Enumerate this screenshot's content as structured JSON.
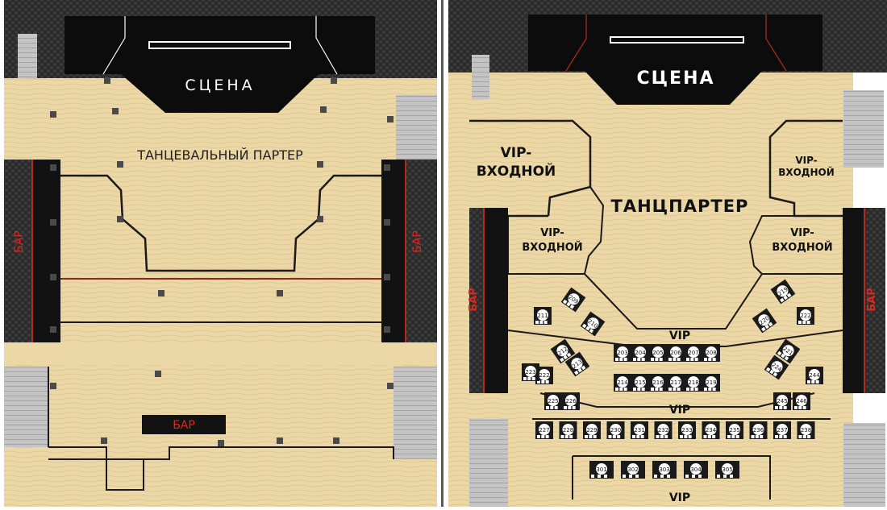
{
  "colors": {
    "floor": "#ecd7a6",
    "floor_grain": "#d9c28e",
    "wall": "#2e2e2e",
    "stage": "#0c0c0c",
    "bar": "#121212",
    "bar_text": "#d42a22",
    "line": "#1a1a1a",
    "stairs": "#b9b9b9",
    "table": "#1a1a1a"
  },
  "left_plan": {
    "stage_label": "СЦЕНА",
    "dance_floor_label": "ТАНЦЕВАЛЬНЫЙ ПАРТЕР",
    "bar_left_label": "БАР",
    "bar_right_label": "БАР",
    "bar_bottom_label": "БАР"
  },
  "right_plan": {
    "stage_label": "СЦЕНА",
    "dance_floor_label": "ТАНЦПАРТЕР",
    "vip_entrance_top_left": [
      "VIP-",
      "ВХОДНОЙ"
    ],
    "vip_entrance_mid_left": [
      "VIP-",
      "ВХОДНОЙ"
    ],
    "vip_entrance_top_right": [
      "VIP-",
      "ВХОДНОЙ"
    ],
    "vip_entrance_mid_right": [
      "VIP-",
      "ВХОДНОЙ"
    ],
    "bar_left_label": "БАР",
    "bar_right_label": "БАР",
    "vip_label_1": "VIP",
    "vip_label_2": "VIP",
    "vip_label_3": "VIP",
    "tables_row_1": [
      "203",
      "204",
      "205",
      "206",
      "207",
      "208"
    ],
    "tables_row_2": [
      "214",
      "215",
      "216",
      "217",
      "218",
      "219"
    ],
    "tables_row_3": [
      "227",
      "228",
      "229",
      "230",
      "231",
      "232",
      "233",
      "234",
      "235",
      "236",
      "237",
      "238"
    ],
    "tables_row_4": [
      "301",
      "302",
      "303",
      "304",
      "305"
    ],
    "tables_left_cluster": [
      "211",
      "209",
      "210",
      "212",
      "213",
      "222",
      "223",
      "225",
      "226"
    ],
    "tables_right_cluster": [
      "219",
      "220",
      "221",
      "224",
      "244",
      "245",
      "246",
      "222"
    ]
  }
}
